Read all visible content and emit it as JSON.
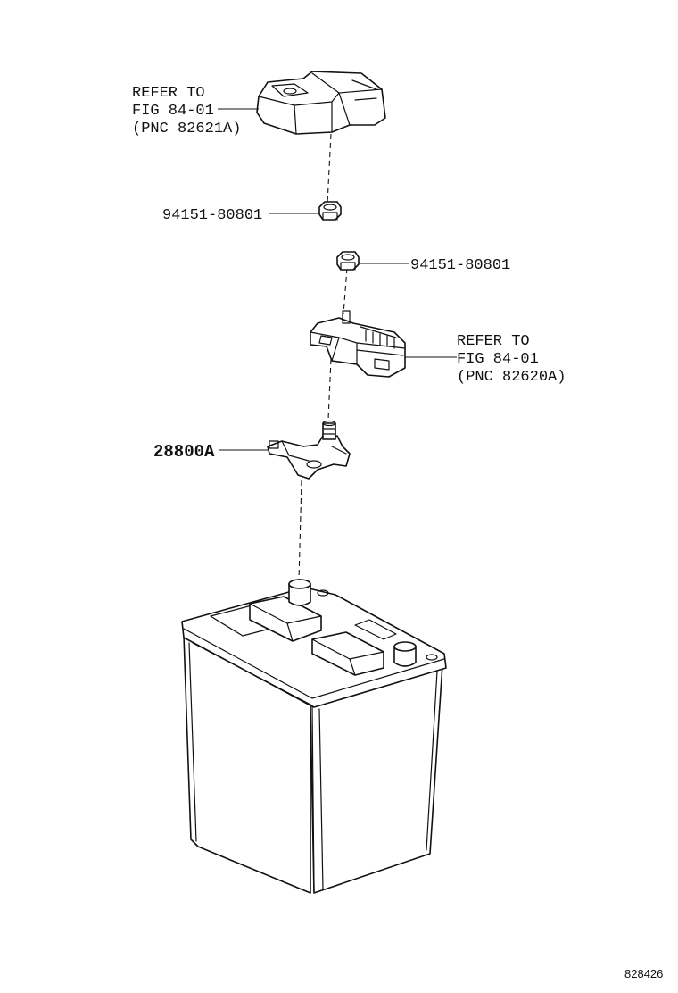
{
  "callouts": {
    "cover_refer": [
      "REFER TO",
      "FIG 84-01",
      "(PNC 82621A)"
    ],
    "nut_upper": "94151-80801",
    "nut_lower": "94151-80801",
    "fuse_refer": [
      "REFER TO",
      "FIG 84-01",
      "(PNC 82620A)"
    ],
    "terminal": "28800A"
  },
  "figure_number": "828426"
}
